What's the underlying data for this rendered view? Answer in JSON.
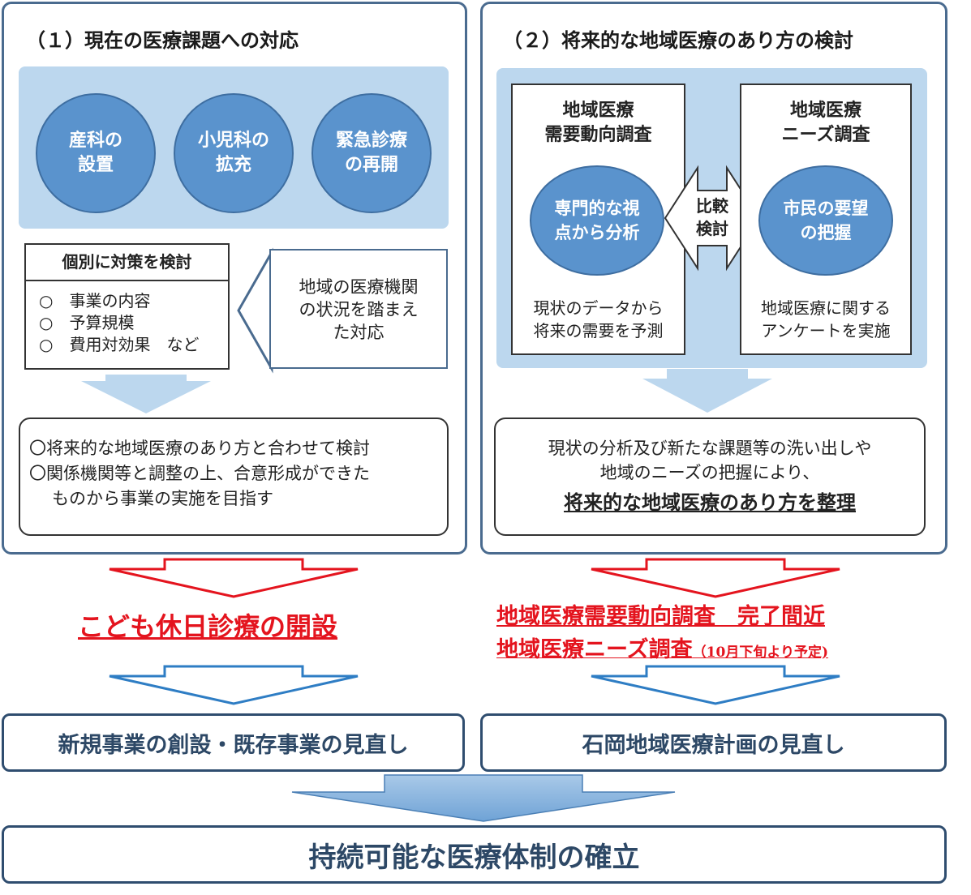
{
  "left_panel": {
    "title": "（１）現在の医療課題への対応",
    "circles": [
      {
        "line1": "産科の",
        "line2": "設置"
      },
      {
        "line1": "小児科の",
        "line2": "拡充"
      },
      {
        "line1": "緊急診療",
        "line2": "の再開"
      }
    ],
    "measures": {
      "heading": "個別に対策を検討",
      "items": [
        "○　事業の内容",
        "○　予算規模",
        "○　費用対効果　など"
      ]
    },
    "context": {
      "line1": "地域の医療機関",
      "line2": "の状況を踏まえ",
      "line3": "た対応"
    },
    "outcome": {
      "line1": "〇将来的な地域医療のあり方と合わせて検討",
      "line2": "〇関係機関等と調整の上、合意形成ができた",
      "line3": "ものから事業の実施を目指す"
    }
  },
  "right_panel": {
    "title": "（２）将来的な地域医療のあり方の検討",
    "survey1": {
      "title_line1": "地域医療",
      "title_line2": "需要動向調査",
      "circle_line1": "専門的な視",
      "circle_line2": "点から分析",
      "desc_line1": "現状のデータから",
      "desc_line2": "将来の需要を予測"
    },
    "compare": {
      "line1": "比較",
      "line2": "検討"
    },
    "survey2": {
      "title_line1": "地域医療",
      "title_line2": "ニーズ調査",
      "circle_line1": "市民の要望",
      "circle_line2": "の把握",
      "desc_line1": "地域医療に関する",
      "desc_line2": "アンケートを実施"
    },
    "outcome": {
      "line1": "現状の分析及び新たな課題等の洗い出しや",
      "line2": "地域のニーズの把握により、",
      "line3": "将来的な地域医療のあり方を整理"
    }
  },
  "results": {
    "left": "こども休日診療の開設",
    "right_line1": "地域医療需要動向調査　完了間近",
    "right_line2": "地域医療ニーズ調査",
    "right_note": "（10月下旬より予定)"
  },
  "actions": {
    "left": "新規事業の創設・既存事業の見直し",
    "right": "石岡地域医療計画の見直し"
  },
  "goal": "持続可能な医療体制の確立",
  "colors": {
    "panel_border": "#4a6b8f",
    "light_blue": "#bcd7ee",
    "circle_blue": "#5a93cd",
    "red": "#e4141e",
    "arrow_blue": "#2e7dc4"
  }
}
